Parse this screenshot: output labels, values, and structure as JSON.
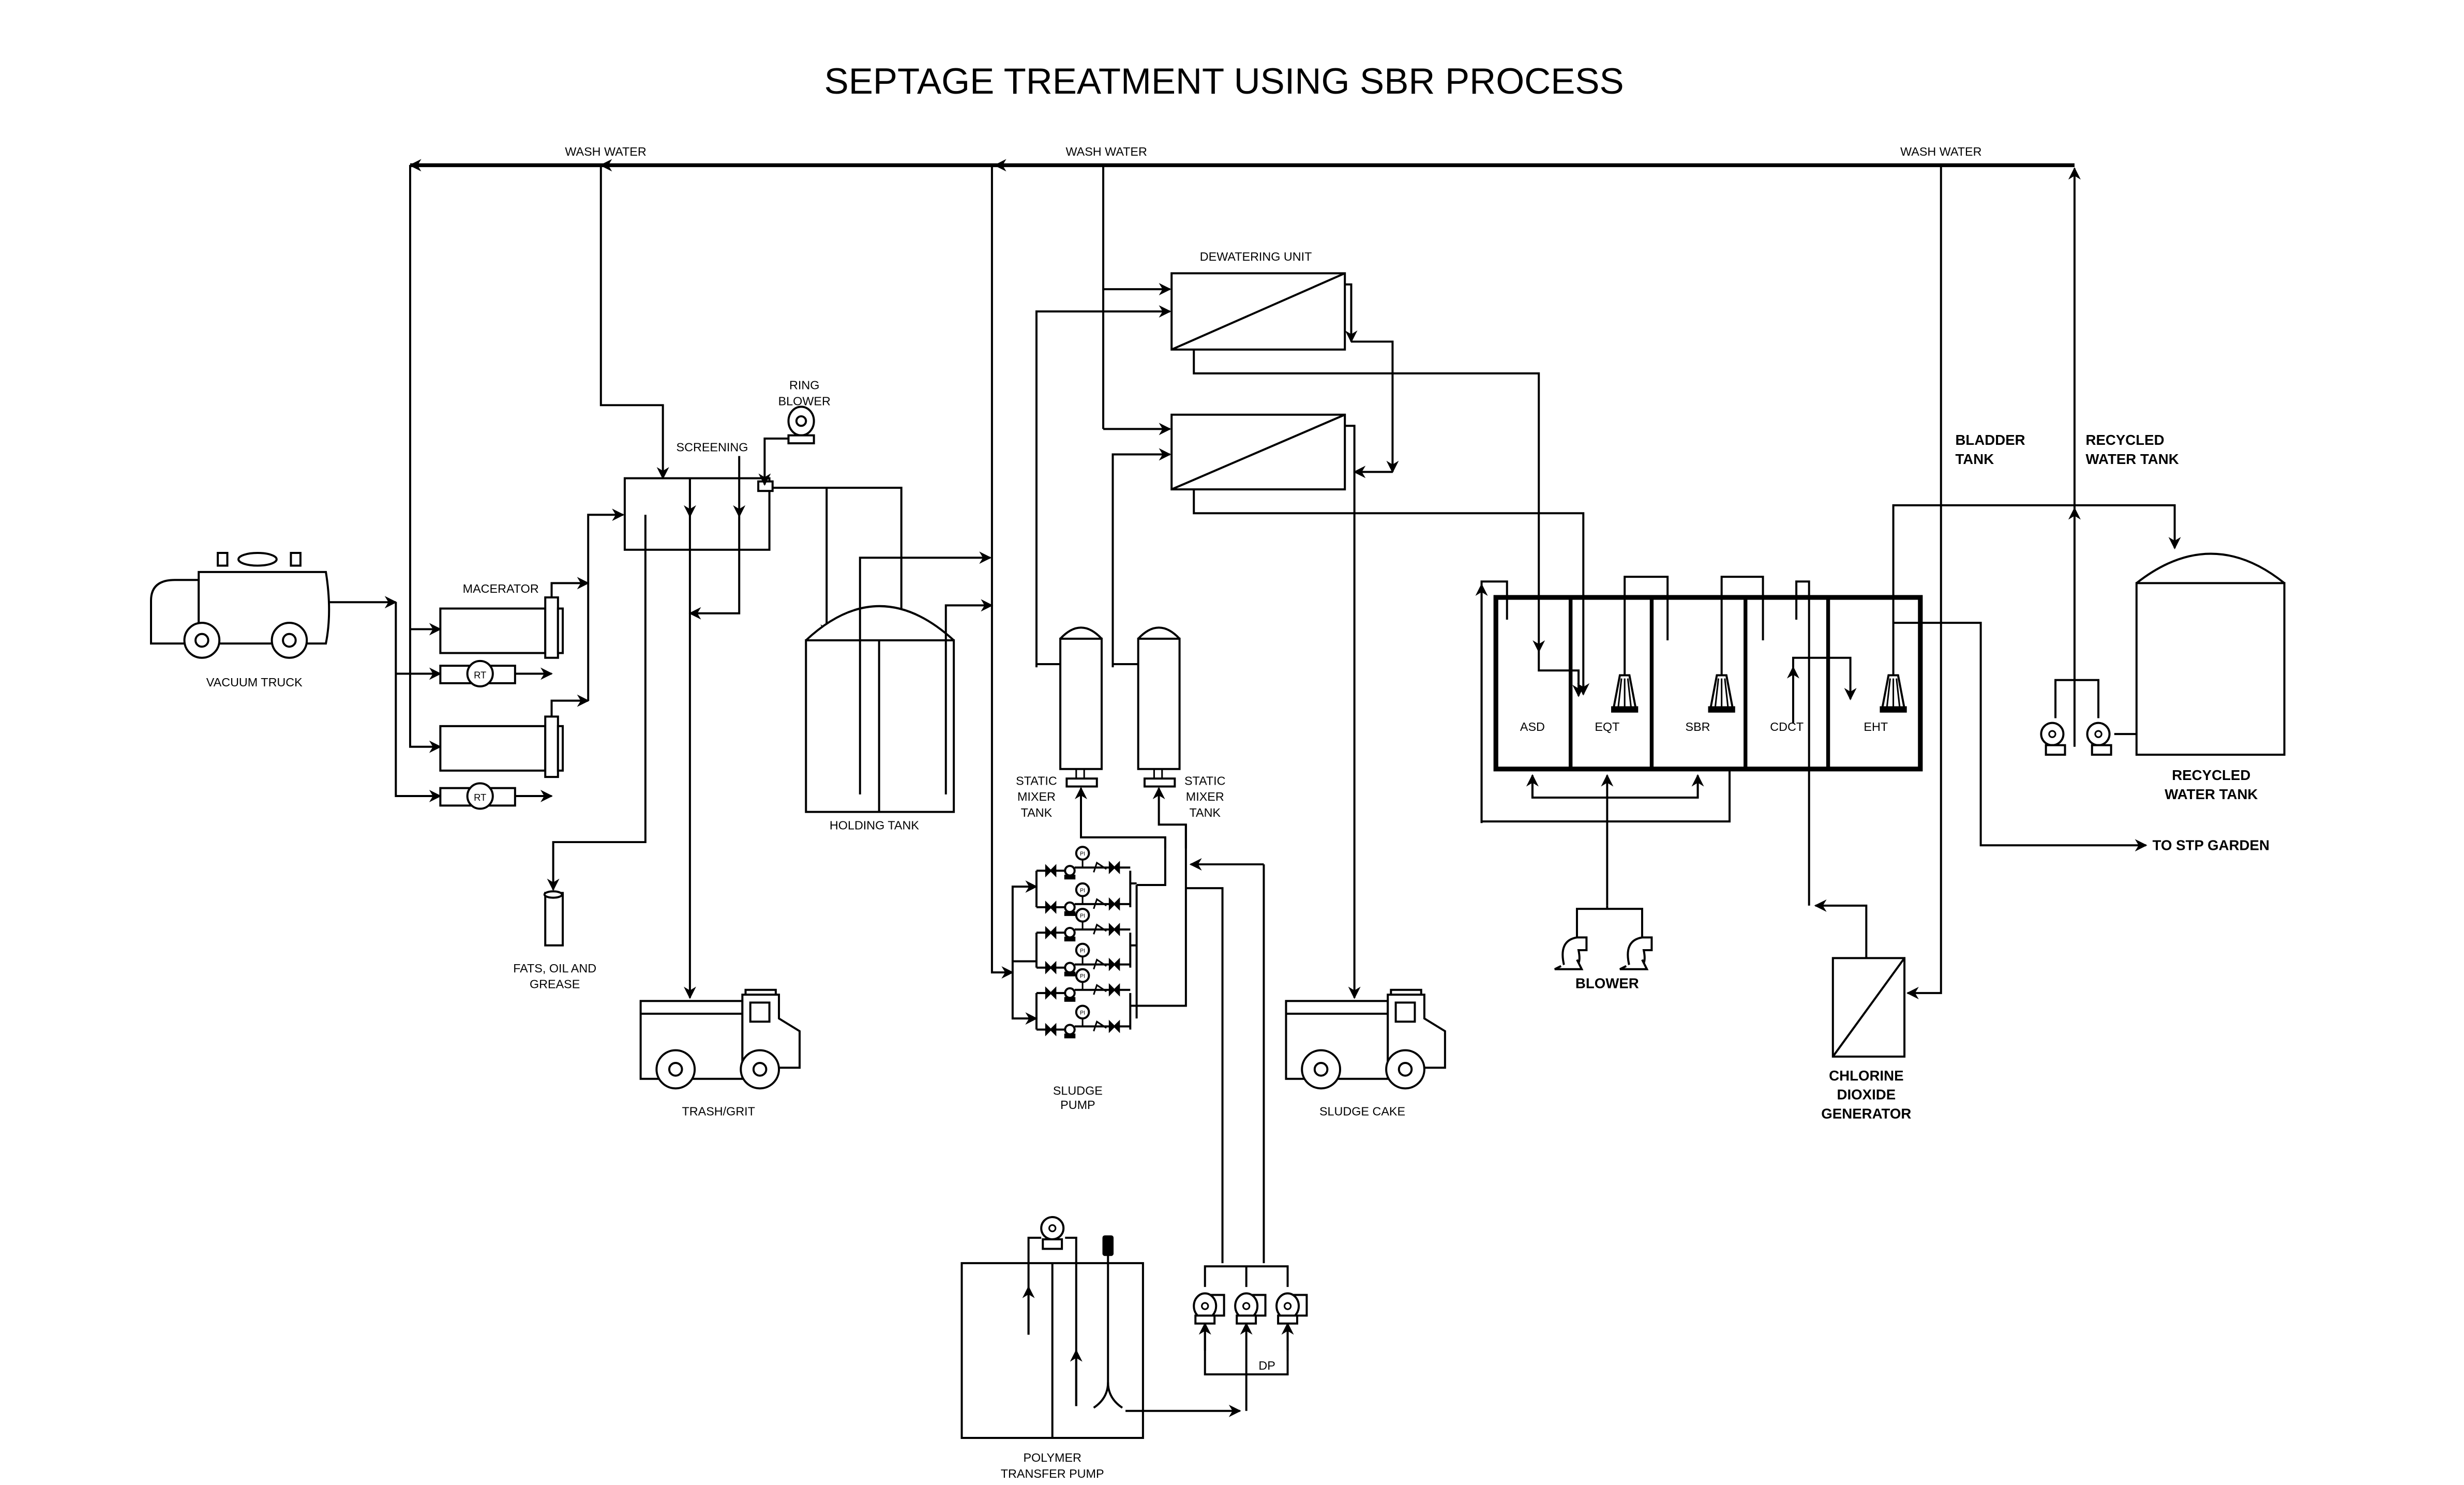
{
  "diagram": {
    "title": "SEPTAGE TREATMENT USING SBR PROCESS",
    "colors": {
      "line": "#000000",
      "background": "#ffffff"
    },
    "flow_labels": {
      "wash_water_left": "WASH WATER",
      "wash_water_mid": "WASH WATER",
      "wash_water_right": "WASH WATER"
    },
    "equipment": {
      "vacuum_truck": "VACUUM TRUCK",
      "macerator": "MACERATOR",
      "rt_1": "RT",
      "rt_2": "RT",
      "screening": "SCREENING",
      "ring_blower_1": "RING",
      "ring_blower_2": "BLOWER",
      "holding_tank": "HOLDING TANK",
      "fog_1": "FATS, OIL AND",
      "fog_2": "GREASE",
      "trash_grit": "TRASH/GRIT",
      "dewatering_unit": "DEWATERING UNIT",
      "static_mixer_left": [
        "STATIC",
        "MIXER",
        "TANK"
      ],
      "static_mixer_right": [
        "STATIC",
        "MIXER",
        "TANK"
      ],
      "pressure_indicator": "PI",
      "sludge_pump_1": "SLUDGE",
      "sludge_pump_2": "PUMP",
      "sludge_cake": "SLUDGE CAKE",
      "polymer_1": "POLYMER",
      "polymer_2": "TRANSFER PUMP",
      "dosing_pump": "DP",
      "blower": "BLOWER",
      "chlorine_1": "CHLORINE",
      "chlorine_2": "DIOXIDE",
      "chlorine_3": "GENERATOR",
      "bladder_1": "BLADDER",
      "bladder_2": "TANK",
      "recycled_top_1": "RECYCLED",
      "recycled_top_2": "WATER TANK",
      "recycled_1": "RECYCLED",
      "recycled_2": "WATER TANK",
      "stp_garden": "TO STP GARDEN"
    },
    "sbr_compartments": [
      "ASD",
      "EQT",
      "SBR",
      "CDCT",
      "EHT"
    ]
  }
}
